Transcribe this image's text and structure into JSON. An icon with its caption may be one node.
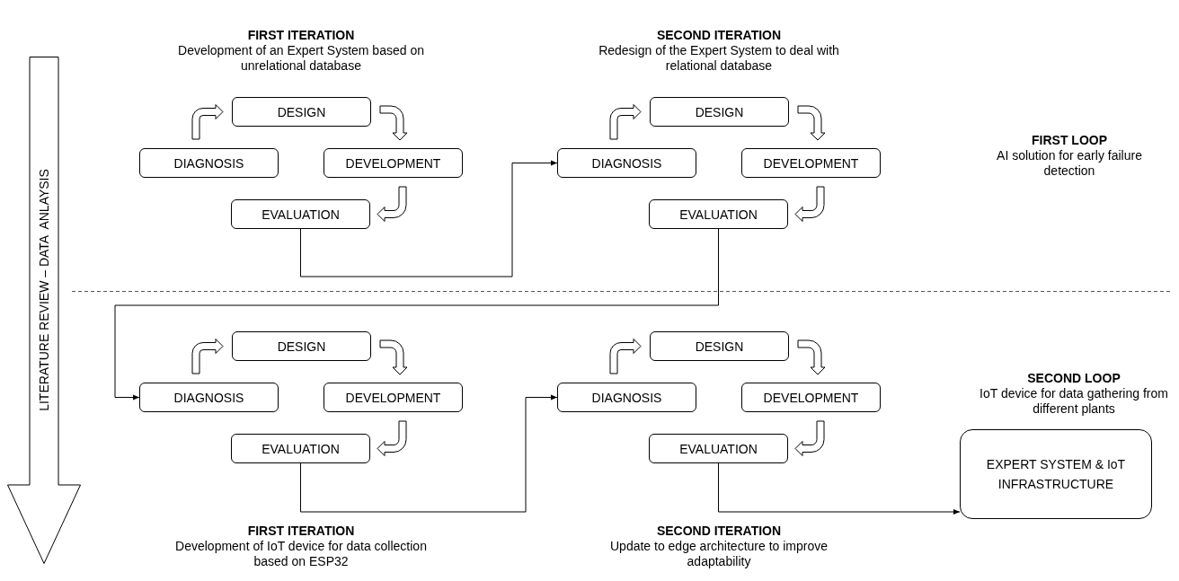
{
  "diagram": {
    "nodes": [
      {
        "text": [
          "LITERATURE REVIEW – DATA  ANLAYSIS"
        ]
      },
      {
        "text": [
          "DESIGN"
        ]
      },
      {
        "text": [
          "DIAGNOSIS"
        ]
      },
      {
        "text": [
          "DEVELOPMENT"
        ]
      },
      {
        "text": [
          "EVALUATION"
        ]
      },
      {
        "text": [
          "DESIGN"
        ]
      },
      {
        "text": [
          "DIAGNOSIS"
        ]
      },
      {
        "text": [
          "DEVELOPMENT"
        ]
      },
      {
        "text": [
          "EVALUATION"
        ]
      },
      {
        "text": [
          "DESIGN"
        ]
      },
      {
        "text": [
          "DIAGNOSIS"
        ]
      },
      {
        "text": [
          "DEVELOPMENT"
        ]
      },
      {
        "text": [
          "EVALUATION"
        ]
      },
      {
        "text": [
          "DESIGN"
        ]
      },
      {
        "text": [
          "DIAGNOSIS"
        ]
      },
      {
        "text": [
          "DEVELOPMENT"
        ]
      },
      {
        "text": [
          "EVALUATION"
        ]
      },
      {
        "text": [
          "EXPERT SYSTEM & IoT INFRASTRUCTURE"
        ]
      }
    ],
    "edges": [
      {
        "from": 2,
        "to": 1,
        "arrow": "to",
        "style": "thick"
      },
      {
        "from": 1,
        "to": 3,
        "arrow": "to",
        "style": "thick"
      },
      {
        "from": 3,
        "to": 4,
        "arrow": "to",
        "style": "thick"
      },
      {
        "from": 4,
        "to": 6,
        "arrow": "to"
      },
      {
        "from": 6,
        "to": 5,
        "arrow": "to",
        "style": "thick"
      },
      {
        "from": 5,
        "to": 7,
        "arrow": "to",
        "style": "thick"
      },
      {
        "from": 7,
        "to": 8,
        "arrow": "to",
        "style": "thick"
      },
      {
        "from": 8,
        "to": 10,
        "arrow": "to"
      },
      {
        "from": 10,
        "to": 9,
        "arrow": "to",
        "style": "thick"
      },
      {
        "from": 9,
        "to": 11,
        "arrow": "to",
        "style": "thick"
      },
      {
        "from": 11,
        "to": 12,
        "arrow": "to",
        "style": "thick"
      },
      {
        "from": 12,
        "to": 14,
        "arrow": "to"
      },
      {
        "from": 14,
        "to": 13,
        "arrow": "to",
        "style": "thick"
      },
      {
        "from": 13,
        "to": 15,
        "arrow": "to",
        "style": "thick"
      },
      {
        "from": 15,
        "to": 16,
        "arrow": "to",
        "style": "thick"
      },
      {
        "from": 16,
        "to": 17,
        "arrow": "to"
      }
    ],
    "labels": [
      "FIRST ITERATION",
      "Development of an Expert System based on unrelational database",
      "SECOND ITERATION",
      "Redesign of the Expert System to deal with relational database",
      "FIRST LOOP",
      "AI solution for early failure detection",
      "SECOND LOOP",
      "IoT device for data gathering from different plants",
      "FIRST ITERATION",
      "Development of IoT device for data collection based on ESP32",
      "SECOND ITERATION",
      "Update to edge architecture to improve adaptability"
    ]
  }
}
